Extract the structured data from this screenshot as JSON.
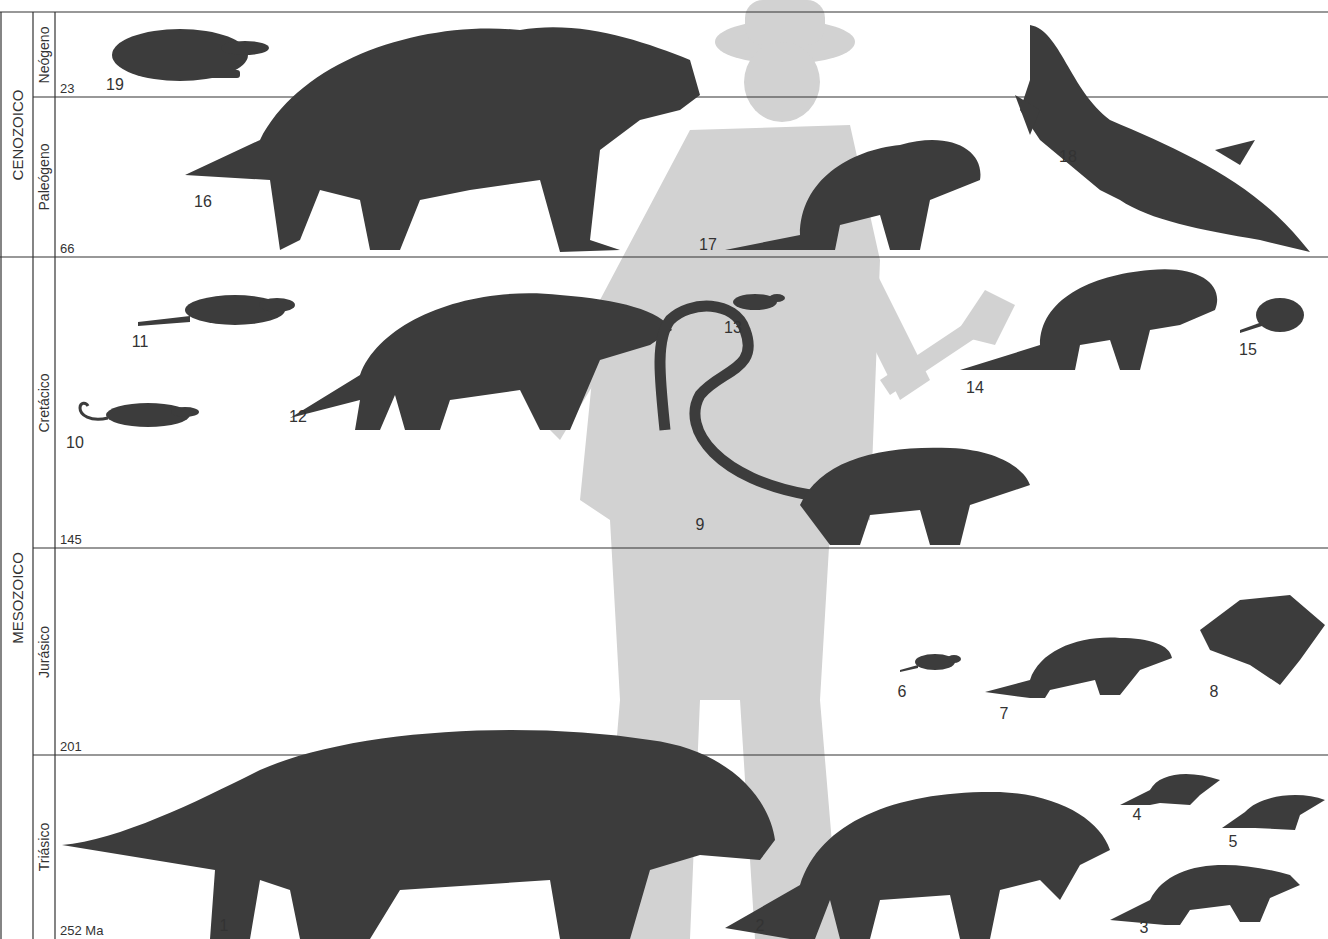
{
  "diagram": {
    "nodes": [
      {
        "text": [
          "CENOZOICO"
        ]
      },
      {
        "text": [
          "MESOZOICO"
        ]
      },
      {
        "text": [
          "Neógeno",
          "23"
        ]
      },
      {
        "text": [
          "Paleógeno",
          "66"
        ]
      },
      {
        "text": [
          "Cretácico",
          "145"
        ]
      },
      {
        "text": [
          "Jurásico",
          "201"
        ]
      },
      {
        "text": [
          "Triásico",
          "252 Ma"
        ]
      }
    ],
    "labels": [
      "19",
      "16",
      "17",
      "18",
      "11",
      "12",
      "13",
      "14",
      "15",
      "10",
      "9",
      "6",
      "7",
      "8",
      "4",
      "5",
      "3",
      "2",
      "1"
    ]
  }
}
